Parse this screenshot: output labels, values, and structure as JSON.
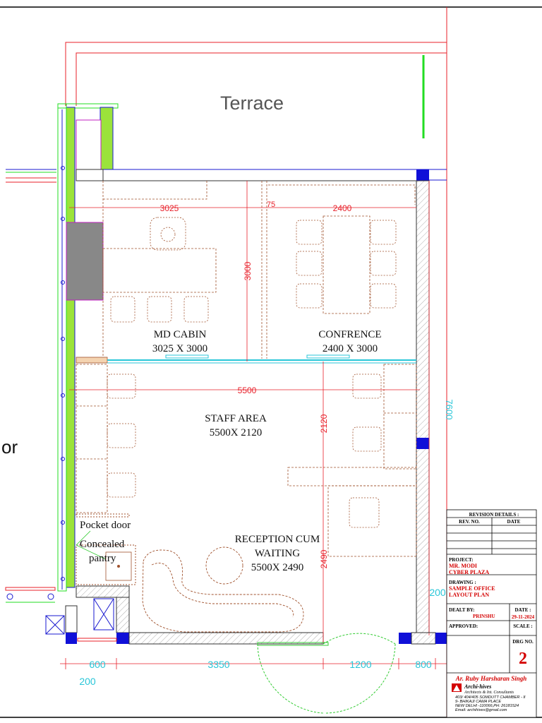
{
  "colors": {
    "wall_red": "#e8202a",
    "dim_red": "#e8202a",
    "glass_green": "#9be33a",
    "blue": "#1a1ad0",
    "cyan": "#29c6d8",
    "furniture": "#a0522d",
    "door_green": "#33cc33",
    "column": "#1010d8",
    "magenta": "#c020c0"
  },
  "labels": {
    "terrace": "Terrace",
    "md_cabin": "MD CABIN",
    "md_cabin_size": "3025 X 3000",
    "conference": "CONFRENCE",
    "conference_size": "2400 X 3000",
    "staff_area": "STAFF AREA",
    "staff_area_size": "5500X 2120",
    "reception_1": "RECEPTION CUM",
    "reception_2": "WAITING",
    "reception_size": "5500X 2490",
    "pocket_door": "Pocket door",
    "concealed": "Concealed",
    "pantry": "pantry",
    "left_fragment": "or"
  },
  "dimensions": {
    "md_width": "3025",
    "gap_75": "75",
    "conf_width": "2400",
    "cabin_depth": "3000",
    "staff_width": "5500",
    "staff_depth": "2120",
    "reception_depth": "2490",
    "bottom_600": "600",
    "bottom_3350": "3350",
    "bottom_1200": "1200",
    "bottom_800": "800",
    "bottom_200": "200",
    "right_200": "200",
    "right_partial": "7600"
  },
  "title_block": {
    "revision_details": "REVISION DETAILS :",
    "rev_no": "REV. NO.",
    "date_col": "DATE",
    "project_label": "PROJECT:",
    "project_line1": "MR. MODI",
    "project_line2": "CYBER PLAZA",
    "drawing_label": "DRAWING :",
    "drawing_line1": "SAMPLE OFFICE",
    "drawing_line2": "LAYOUT PLAN",
    "dealt_by_label": "DEALT BY:",
    "dealt_by": "PRINSHU",
    "date_label": "DATE :",
    "date_value": "29-11-2024",
    "approved_label": "APPROVED:",
    "scale_label": "SCALE :",
    "drg_no_label": "DRG NO.",
    "drg_no": "2",
    "architect": "Ar. Ruby Harsharan Singh",
    "firm_name": "Archi-hives",
    "firm_tagline": "Architects & Int. Consultants",
    "address_1": "403/ 404/405 SOMDUTT CHAMBER - II",
    "address_2": "9- BHIKAJI CAMA PLACE",
    "address_3": "NEW DELHI -110066,PH: 26181524",
    "email": "Email: archihives@gmail.com"
  }
}
